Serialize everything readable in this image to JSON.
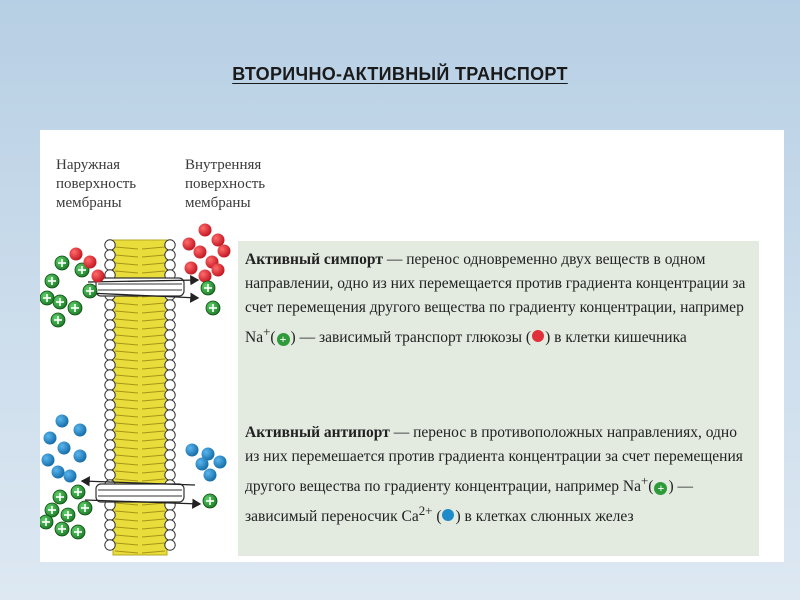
{
  "slide": {
    "title": "ВТОРИЧНО-АКТИВНЫЙ ТРАНСПОРТ"
  },
  "diagram": {
    "outer_surface_label": [
      "Наружная",
      "поверхность",
      "мембраны"
    ],
    "inner_surface_label": [
      "Внутренняя",
      "поверхность",
      "мембраны"
    ],
    "colors": {
      "sodium_ion": "#2e9a3a",
      "glucose": "#e0303a",
      "calcium_ion": "#1f8ac9",
      "lipid_tail": "#e9dd3c",
      "panel_background": "#e3ebe1"
    }
  },
  "symport": {
    "term": "Активный симпорт",
    "text_1": " — перенос одновременно двух веществ в одном направлении, одно из них перемещается против градиента концентрации за счет перемещения другого вещества по градиенту концентрации, например Na",
    "na_charge": "+",
    "text_2": " — зависимый транспорт глюкозы (",
    "text_3": ") в клетки кишечника"
  },
  "antiport": {
    "term": "Активный антипорт",
    "text_1": " — перенос в противоположных направлениях, одно из них перемешается против градиента концентрации за счет перемещения другого вещества по градиенту концентрации, например Na",
    "na_charge": "+",
    "text_2": " — зависимый переносчик Ca",
    "ca_charge": "2+",
    "text_3": " в клетках слюнных желез"
  }
}
